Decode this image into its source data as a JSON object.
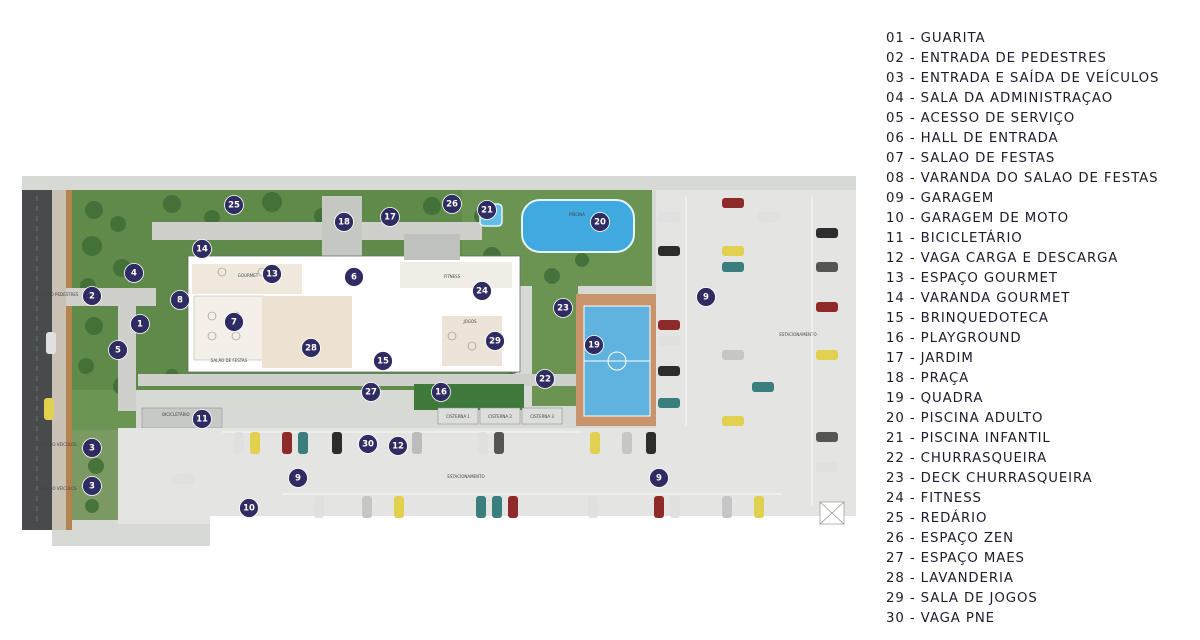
{
  "legend": {
    "items": [
      "01 - GUARITA",
      "02 - ENTRADA DE PEDESTRES",
      "03 - ENTRADA E SAÍDA DE VEÍCULOS",
      "04 - SALA DA ADMINISTRAÇAO",
      "05 - ACESSO DE SERVIÇO",
      "06 - HALL DE ENTRADA",
      "07 - SALAO DE FESTAS",
      "08 - VARANDA DO SALAO DE FESTAS",
      "09 - GARAGEM",
      "10 - GARAGEM DE MOTO",
      "11 - BICICLETÁRIO",
      "12 - VAGA CARGA E DESCARGA",
      "13 - ESPAÇO GOURMET",
      "14 - VARANDA GOURMET",
      "15 - BRINQUEDOTECA",
      "16 - PLAYGROUND",
      "17 - JARDIM",
      "18 - PRAÇA",
      "19 - QUADRA",
      "20 - PISCINA ADULTO",
      "21 - PISCINA INFANTIL",
      "22 - CHURRASQUEIRA",
      "23 - DECK CHURRASQUEIRA",
      "24 - FITNESS",
      "25 - REDÁRIO",
      "26 - ESPAÇO ZEN",
      "27 - ESPAÇO MAES",
      "28 - LAVANDERIA",
      "29 - SALA DE JOGOS",
      "30 - VAGA PNE"
    ]
  },
  "plan": {
    "markers": [
      "1",
      "2",
      "3",
      "3",
      "4",
      "5",
      "6",
      "7",
      "8",
      "9",
      "9",
      "9",
      "10",
      "11",
      "12",
      "13",
      "14",
      "15",
      "16",
      "17",
      "18",
      "19",
      "20",
      "21",
      "22",
      "23",
      "24",
      "25",
      "26",
      "27",
      "28",
      "29",
      "30"
    ],
    "labels": {
      "estacionamento": "ESTACIONAMENTO",
      "bicicletario": "BICICLETÁRIO",
      "gourmet": "GOURMET",
      "salao_de_festas": "SALÃO DE FESTAS",
      "fitness": "FITNESS",
      "jogos": "JOGOS",
      "piscina": "PISCINA",
      "cisterna_1": "CISTERNA 1",
      "cisterna_2": "CISTERNA 2",
      "cisterna_3": "CISTERNA 3",
      "acesso_pedestres": "ACESSO PEDESTRES",
      "acesso_veiculos": "ACESSO VEÍCULOS"
    },
    "colors": {
      "marker": "#2e2c63",
      "garden": "#5f8a4a",
      "pool": "#3fa9e0",
      "court": "#5fb3de",
      "parking": "#e4e5e2",
      "road": "#474b4c"
    }
  }
}
